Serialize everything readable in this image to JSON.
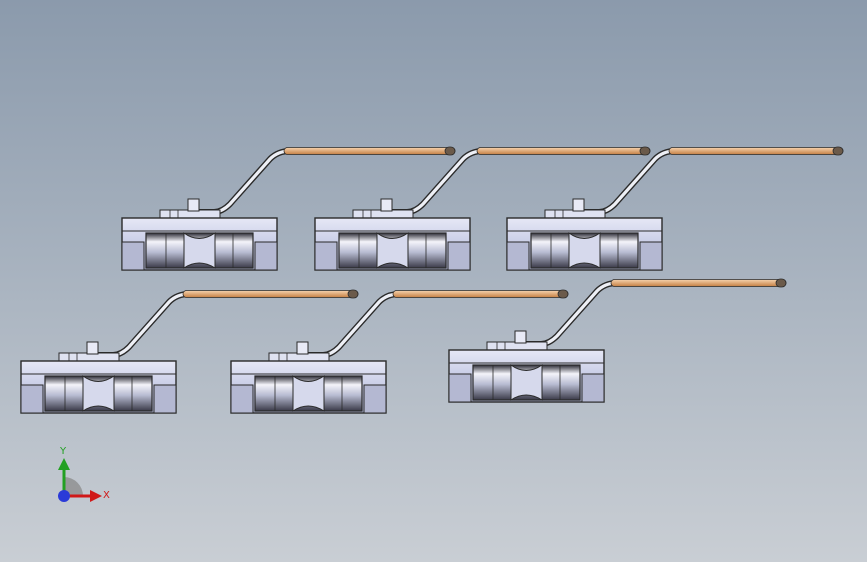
{
  "viewport": {
    "background_top": "#8b9aac",
    "background_bottom": "#c9ced4"
  },
  "model": {
    "part": "ball-valve",
    "instance_count": 6,
    "body_color": "#d3d7ef",
    "edge_color": "#2a2a2a",
    "handle_grip_color": "#e0a66e"
  },
  "triad": {
    "x_label": "X",
    "y_label": "Y",
    "x_color": "#d01818",
    "y_color": "#22a022",
    "z_color": "#2a3ad8"
  }
}
